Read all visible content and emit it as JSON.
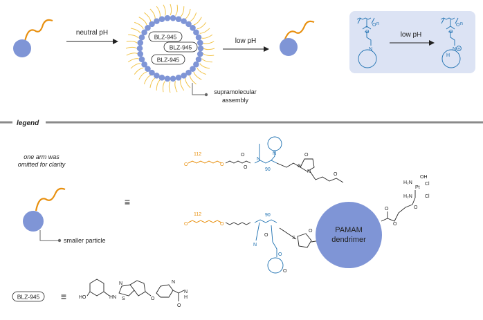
{
  "colors": {
    "particle": "#7f95d6",
    "chain": "#e8900f",
    "corona": "#f2c44a",
    "polymer_blue": "#1b6fb0",
    "panel": "#dce3f4",
    "dendrimer": "#7f95d6",
    "divider": "#8a8a8a"
  },
  "top": {
    "arrow1_label": "neutral pH",
    "arrow2_label": "low pH",
    "drug_labels": [
      "BLZ-945",
      "BLZ-945",
      "BLZ-945"
    ],
    "assembly_label_line1": "supramolecular",
    "assembly_label_line2": "assembly",
    "panel_arrow_label": "low pH",
    "panel_left_n": "n",
    "panel_right_n": "n",
    "panel_n_atom": "N",
    "panel_h_atom": "H",
    "panel_charge": "+"
  },
  "legend": {
    "title": "legend",
    "note_line1": "one arm was",
    "note_line2": "omitted for clarity",
    "small_label": "smaller particle",
    "equiv_symbol": "≡",
    "dendrimer_line1": "PAMAM",
    "dendrimer_line2": "dendrimer",
    "peg_count_top": "112",
    "peg_count_bottom": "112",
    "block_count_top": "90",
    "block_count_bottom": "90",
    "pt_label": "Pt",
    "pt_ligands": [
      "H₂N",
      "H₂N",
      "OH",
      "Cl",
      "Cl"
    ],
    "drug_label": "BLZ-945",
    "drug_atoms": [
      "HO",
      "HN",
      "N",
      "S",
      "O",
      "N",
      "N",
      "H",
      "O"
    ],
    "atom_labels": [
      "O",
      "O",
      "O",
      "O",
      "O",
      "O",
      "O",
      "O",
      "N",
      "N",
      "N",
      "N",
      "S",
      "S",
      "O",
      "O",
      "O",
      "O",
      "O"
    ]
  }
}
